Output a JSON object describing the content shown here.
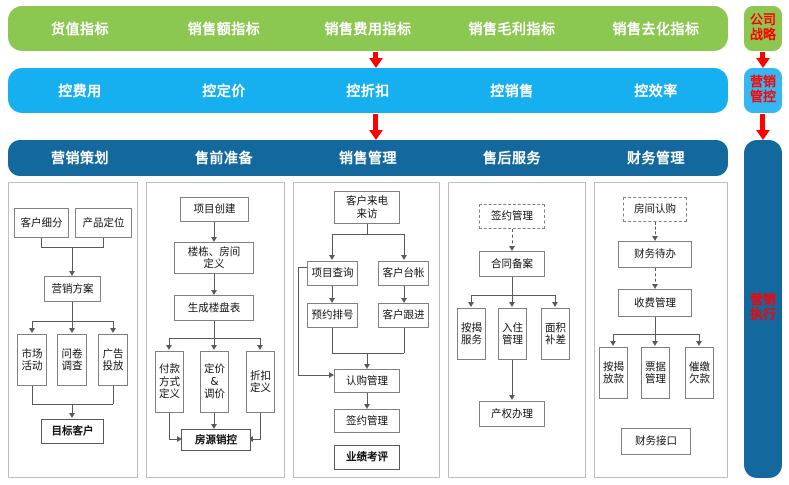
{
  "strategy_bar": {
    "color": "#8CC751",
    "items": [
      {
        "label": "货值指标"
      },
      {
        "label": "销售额指标"
      },
      {
        "label": "销售费用指标"
      },
      {
        "label": "销售毛利指标"
      },
      {
        "label": "销售去化指标"
      }
    ]
  },
  "control_bar": {
    "color": "#16B0F0",
    "items": [
      {
        "label": "控费用"
      },
      {
        "label": "控定价"
      },
      {
        "label": "控折扣"
      },
      {
        "label": "控销售"
      },
      {
        "label": "控效率"
      }
    ]
  },
  "column_header_bar": {
    "color": "#13699E",
    "items": [
      {
        "label": "营销策划"
      },
      {
        "label": "售前准备"
      },
      {
        "label": "销售管理"
      },
      {
        "label": "售后服务"
      },
      {
        "label": "财务管理"
      }
    ]
  },
  "sidebar": {
    "accent_color": "#FF0000",
    "items": [
      {
        "label": "公司\n战略",
        "color": "#8CC751"
      },
      {
        "label": "营销\n管控",
        "color": "#35B7F2"
      },
      {
        "label": "营销\n执行",
        "color": "#13699E"
      }
    ]
  },
  "panels": [
    {
      "title": "营销策划",
      "nodes": [
        {
          "label": "客户细分"
        },
        {
          "label": "产品定位"
        },
        {
          "label": "营销方案"
        },
        {
          "label": "市场\n活动"
        },
        {
          "label": "问卷\n调查"
        },
        {
          "label": "广告\n投放"
        },
        {
          "label": "目标客户",
          "bold": true
        }
      ]
    },
    {
      "title": "售前准备",
      "nodes": [
        {
          "label": "项目创建"
        },
        {
          "label": "楼栋、房间\n定义"
        },
        {
          "label": "生成楼盘表"
        },
        {
          "label": "付款\n方式\n定义"
        },
        {
          "label": "定价\n&\n调价"
        },
        {
          "label": "折扣\n定义"
        },
        {
          "label": "房源销控",
          "bold": true
        }
      ]
    },
    {
      "title": "销售管理",
      "nodes": [
        {
          "label": "客户来电\n来访"
        },
        {
          "label": "项目查询"
        },
        {
          "label": "客户台帐"
        },
        {
          "label": "预约排号"
        },
        {
          "label": "客户跟进"
        },
        {
          "label": "认购管理"
        },
        {
          "label": "签约管理"
        },
        {
          "label": "业绩考评",
          "bold": true
        }
      ]
    },
    {
      "title": "售后服务",
      "nodes": [
        {
          "label": "签约管理",
          "dashed": true
        },
        {
          "label": "合同备案"
        },
        {
          "label": "按揭\n服务"
        },
        {
          "label": "入住\n管理"
        },
        {
          "label": "面积\n补差"
        },
        {
          "label": "产权办理"
        }
      ]
    },
    {
      "title": "财务管理",
      "nodes": [
        {
          "label": "房间认购",
          "dashed": true
        },
        {
          "label": "财务待办"
        },
        {
          "label": "收费管理"
        },
        {
          "label": "按揭\n放款"
        },
        {
          "label": "票据\n管理"
        },
        {
          "label": "催缴\n欠款"
        },
        {
          "label": "财务接口"
        }
      ]
    }
  ]
}
